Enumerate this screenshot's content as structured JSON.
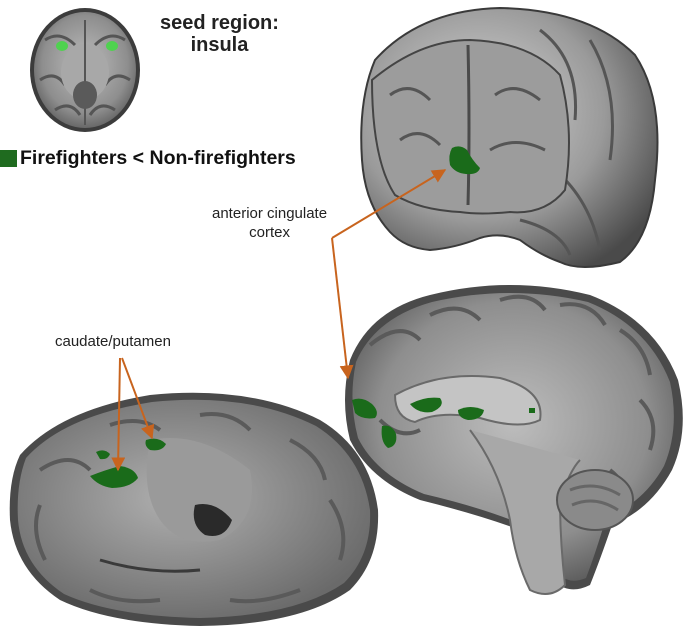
{
  "seed": {
    "line1": "seed region:",
    "line2": "insula"
  },
  "legend": {
    "label": "Firefighters < Non-firefighters",
    "swatch_color": "#1f6b1f"
  },
  "annotations": {
    "acc_line1": "anterior cingulate",
    "acc_line2": "cortex",
    "caudate": "caudate/putamen"
  },
  "colors": {
    "cluster": "#1a6b1a",
    "seed": "#4fd24f",
    "arrow": "#c8641e"
  }
}
